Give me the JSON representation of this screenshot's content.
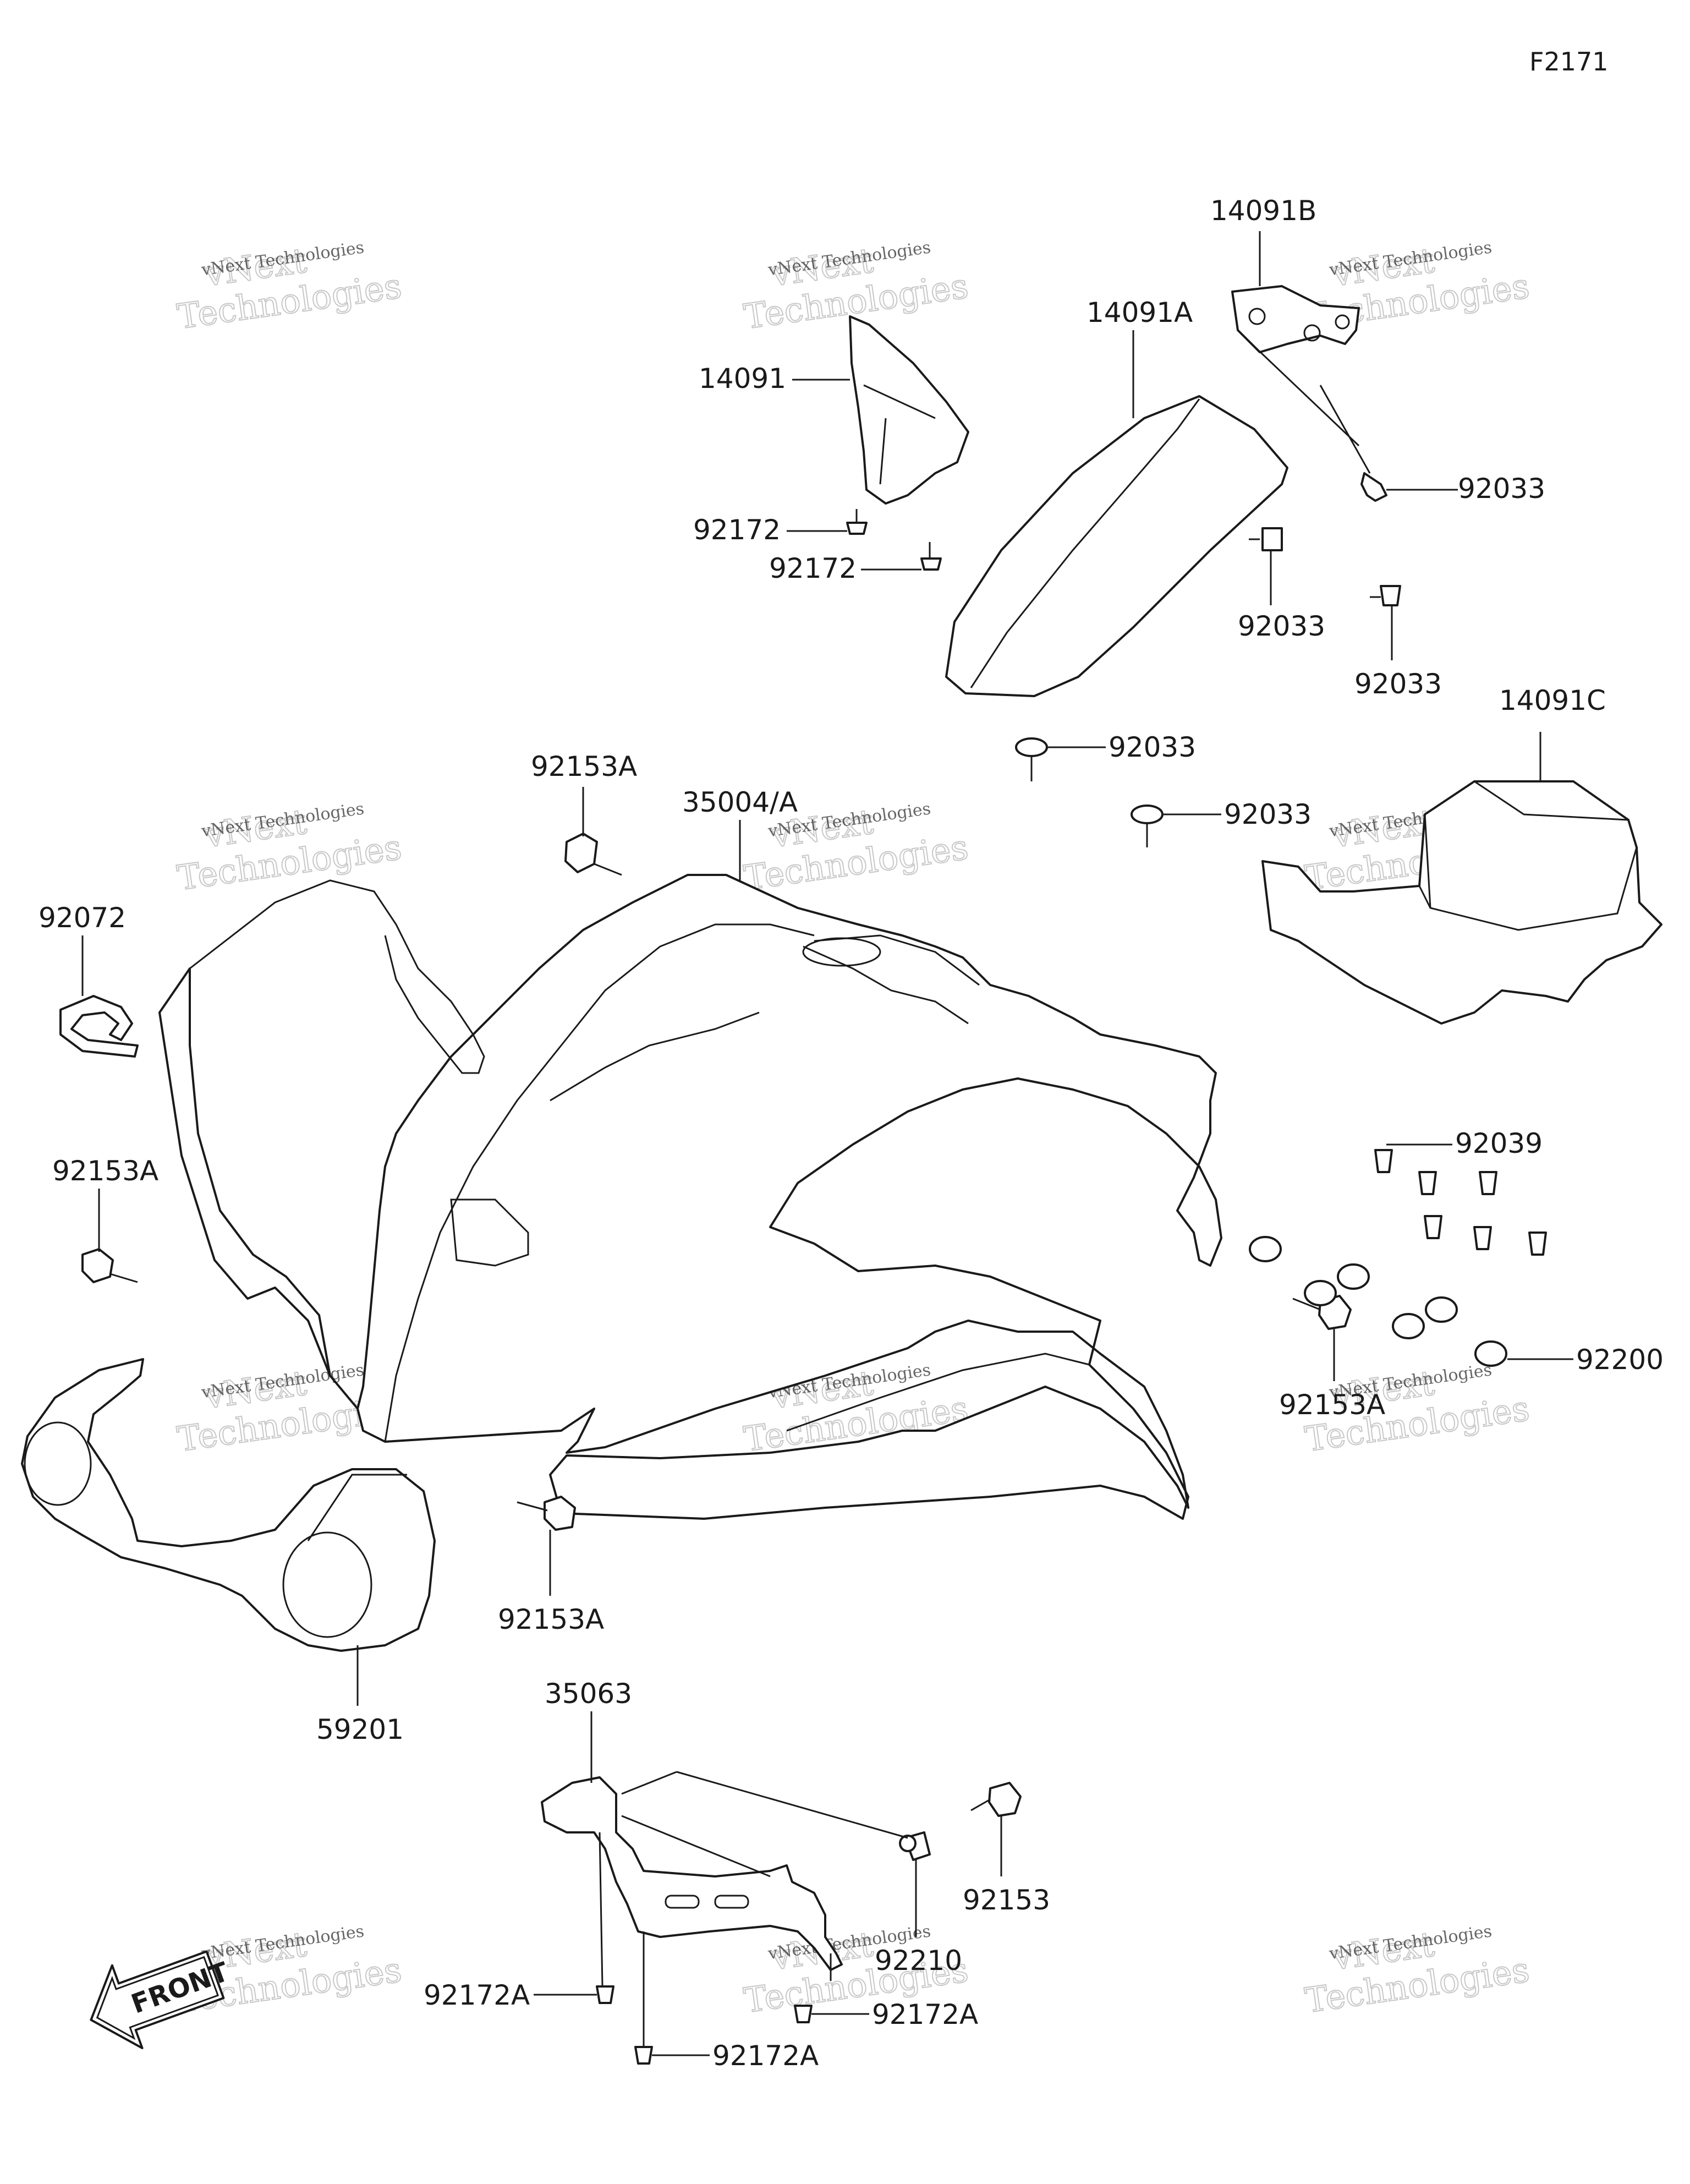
{
  "figure_code": "F2171",
  "watermark": {
    "line1": "vNext Technologies",
    "line2": "vNext",
    "line3": "Technologies"
  },
  "front_arrow_label": "FRONT",
  "labels": {
    "p14091B": "14091B",
    "p14091A": "14091A",
    "p14091": "14091",
    "p92033_a": "92033",
    "p92172_a": "92172",
    "p92172_b": "92172",
    "p92033_b": "92033",
    "p92033_c": "92033",
    "p14091C": "14091C",
    "p92033_d": "92033",
    "p92153A_a": "92153A",
    "p35004A": "35004/A",
    "p92033_e": "92033",
    "p92072": "92072",
    "p92039": "92039",
    "p92153A_b": "92153A",
    "p92200": "92200",
    "p92153A_c": "92153A",
    "p92153A_d": "92153A",
    "p59201": "59201",
    "p35063": "35063",
    "p92153": "92153",
    "p92210": "92210",
    "p92172A_a": "92172A",
    "p92172A_b": "92172A",
    "p92172A_c": "92172A"
  }
}
